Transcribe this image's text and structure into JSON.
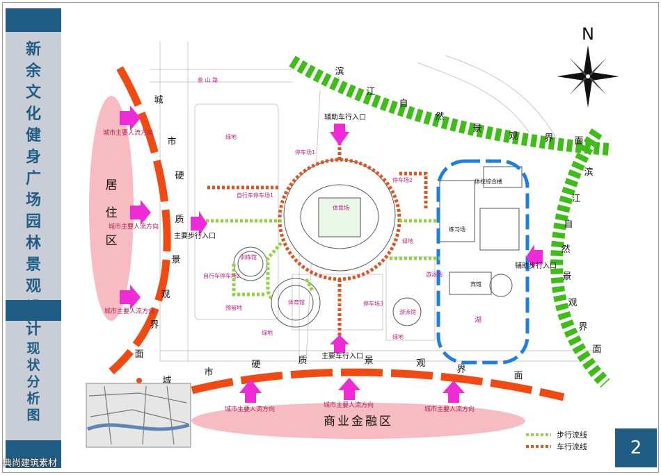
{
  "sidebar": {
    "title_chars": [
      "新",
      "余",
      "文",
      "化",
      "健",
      "身",
      "广",
      "场",
      "园",
      "林",
      "景",
      "观",
      "设",
      "计"
    ],
    "subtitle_chars": [
      "现",
      "状",
      "分",
      "析",
      "图"
    ]
  },
  "page_number": "2",
  "watermark": "典尚建筑素材",
  "compass": {
    "north_label": "N"
  },
  "zones": {
    "residential": [
      "居",
      "住",
      "区"
    ],
    "commercial": "商业金融区"
  },
  "edges": {
    "city_west": [
      "城",
      "市",
      "硬",
      "质",
      "景",
      "观",
      "界",
      "面"
    ],
    "city_south": [
      "城",
      "市",
      "硬",
      "质",
      "景",
      "观",
      "界",
      "面"
    ],
    "river_north": [
      "滨",
      "江",
      "自",
      "然",
      "景",
      "观",
      "界",
      "面"
    ],
    "river_east": [
      "滨",
      "江",
      "自",
      "然",
      "景",
      "观",
      "界",
      "面"
    ]
  },
  "labels": {
    "flow_city": "城市主要人流方向",
    "aux_vehicle_entry": "辅助车行入口",
    "main_vehicle_entry": "主要车行入口",
    "main_ped_entry": "主要步行入口",
    "aux_ped_entry": "辅助步行入口",
    "stadium": "体育场",
    "training_hall": "训练馆",
    "gym": "体育馆",
    "swim_hall": "游泳馆",
    "swim_field": "游泳场",
    "sports_school": "体校综合楼",
    "practice_field": "练习场",
    "hotel": "宾馆",
    "lake": "湖",
    "parking_1": "停车场1",
    "parking_2": "停车场2",
    "parking_3": "停车场3",
    "bike_parking_1": "自行车停车场1",
    "bike_parking_2": "自行车停车场2",
    "green": "绿地",
    "reserve": "预留地",
    "road_chashan": "茶 山 路"
  },
  "legend": {
    "pedestrian": "步行流线",
    "vehicle": "车行流线"
  },
  "colors": {
    "navy": "#1f5d84",
    "sidebar_bg": "#c9ced6",
    "city_edge": "#f04a12",
    "river_edge": "#3fbd17",
    "pink_zone": "#f6bcc2",
    "arrow": "#ee2bd6",
    "vehicle": "#e0521e",
    "pedestrian": "#8cd63c",
    "blue_loop": "#1f7fe0"
  }
}
